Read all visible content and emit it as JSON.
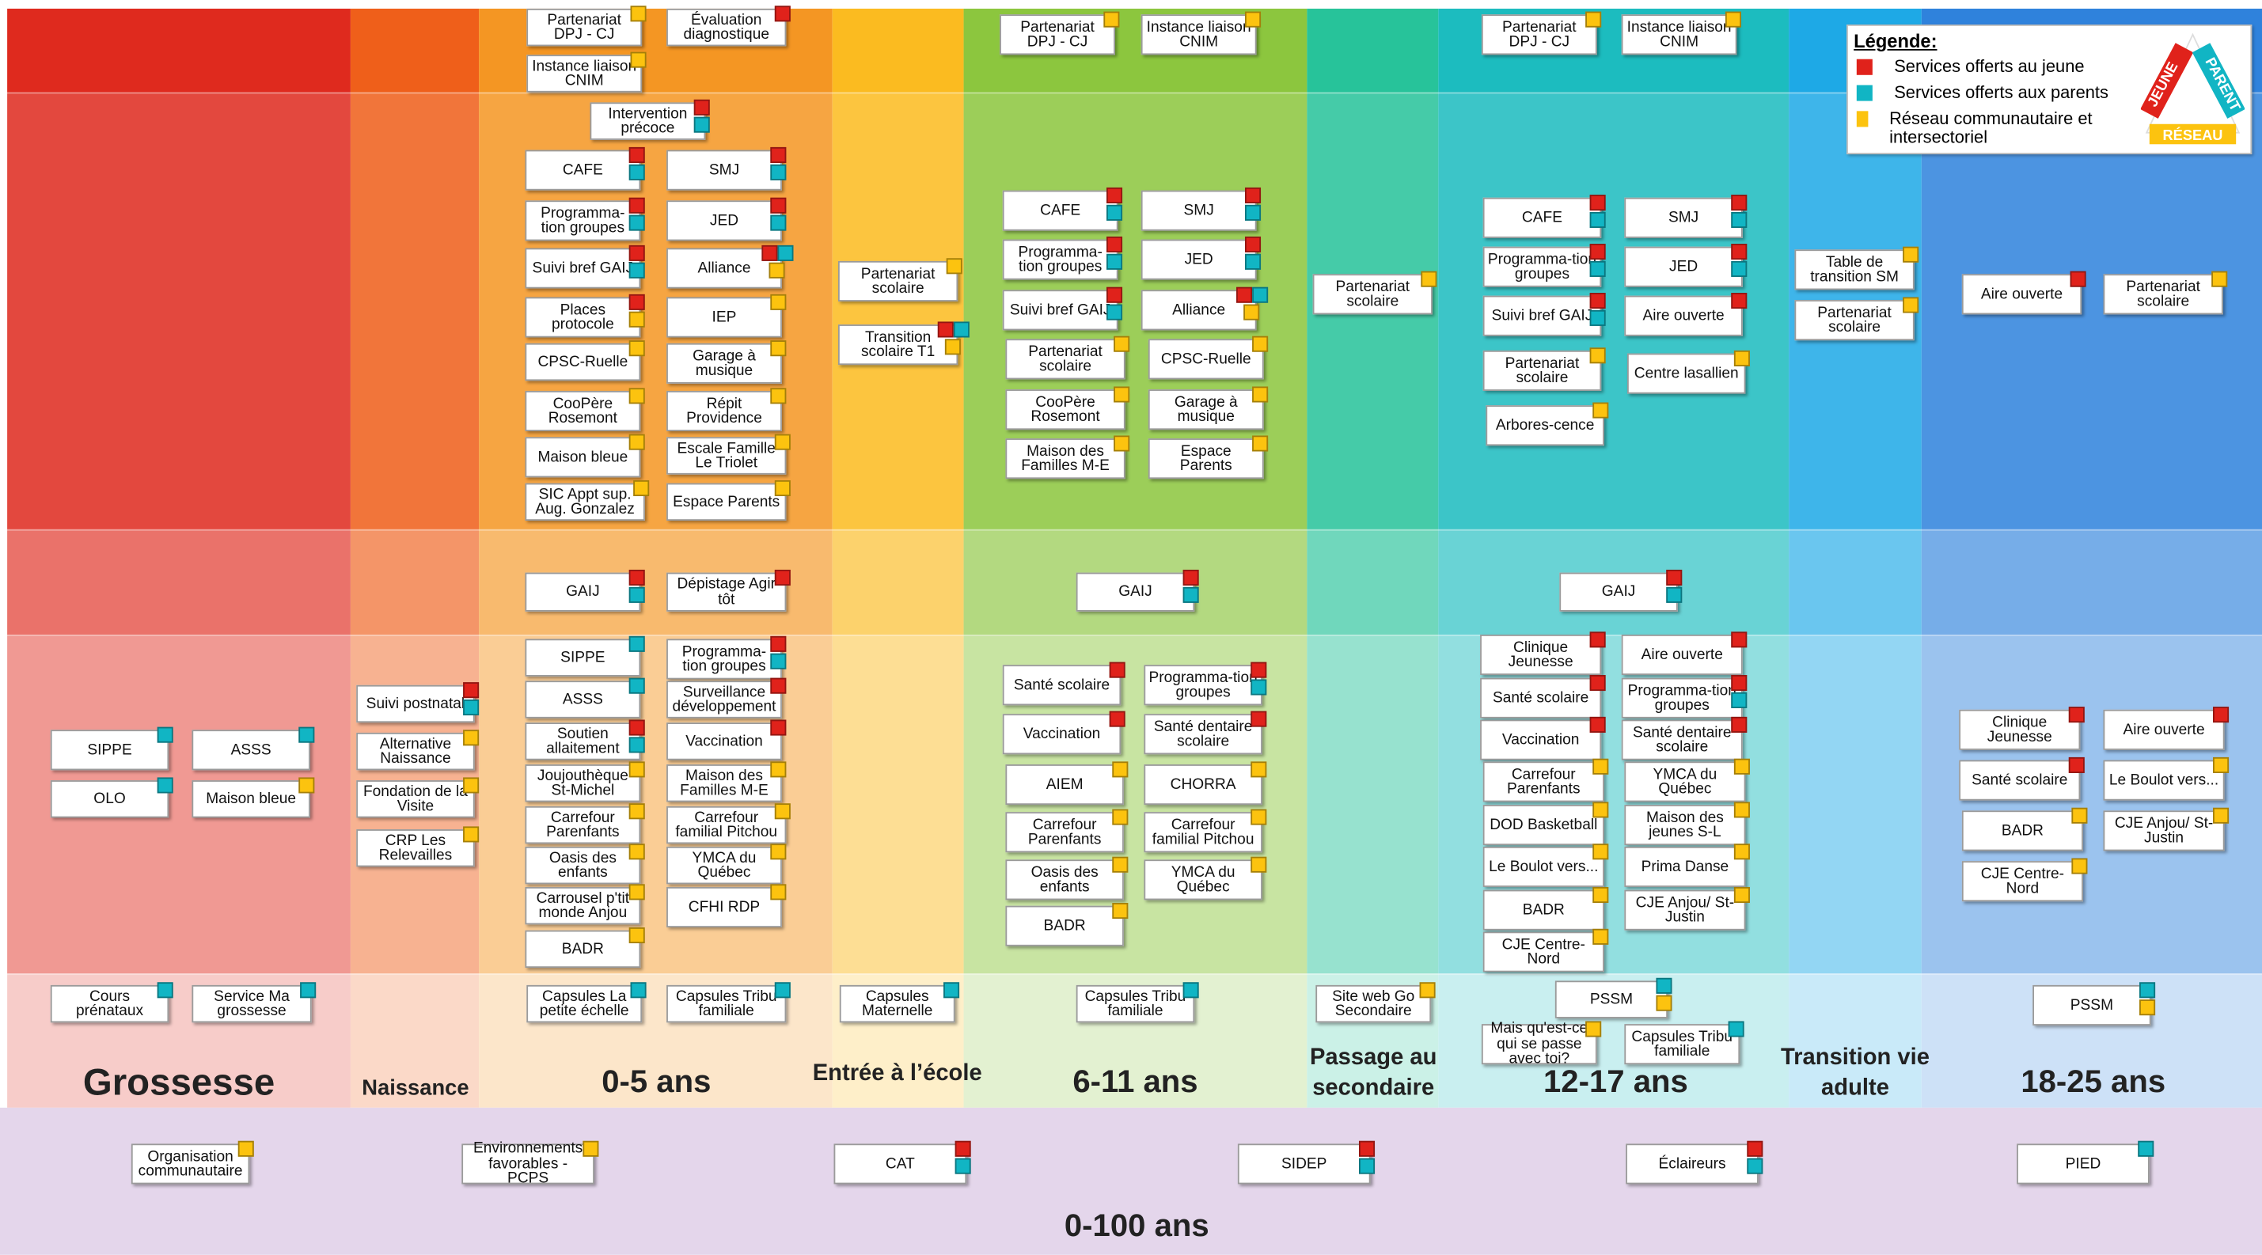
{
  "legend": {
    "title": "Légende:",
    "items": [
      {
        "label": "Services offerts au jeune",
        "color": "#e0221b"
      },
      {
        "label": "Services offerts aux parents",
        "color": "#11b5c4"
      },
      {
        "label": "Réseau communautaire et intersectoriel",
        "color": "#fcc30f"
      }
    ],
    "triangle": {
      "left": "JEUNE",
      "right": "PARENT",
      "bottom": "RÉSEAU"
    }
  },
  "colors": {
    "red": "#e0221b",
    "teal": "#11b5c4",
    "yellow": "#fcc30f"
  },
  "columns": [
    {
      "label": "Grossesse",
      "color": "#df2a1e"
    },
    {
      "label": "Naissance",
      "color": "#ef5f1a"
    },
    {
      "label": "0-5 ans",
      "color": "#f49623"
    },
    {
      "label": "Entrée à l’école",
      "color": "#fbbb20"
    },
    {
      "label": "6-11 ans",
      "color": "#8cc63e"
    },
    {
      "label": "Passage au secondaire",
      "color": "#27c39a"
    },
    {
      "label": "12-17 ans",
      "color": "#1cbcbf"
    },
    {
      "label": "Transition vie adulte",
      "color": "#1ea9e6"
    },
    {
      "label": "18-25 ans",
      "color": "#2f82dc"
    }
  ],
  "bottom_label": "0-100 ans",
  "boxes": [
    {
      "text": "Partenariat DPJ - CJ",
      "c": "y"
    },
    {
      "text": "Évaluation diagnostique",
      "c": "r"
    },
    {
      "text": "Instance liaison CNIM",
      "c": "y"
    },
    {
      "text": "Intervention précoce",
      "c": "rt"
    },
    {
      "text": "CAFE",
      "c": "rt"
    },
    {
      "text": "SMJ",
      "c": "rt"
    },
    {
      "text": "Programma-tion groupes",
      "c": "rt"
    },
    {
      "text": "JED",
      "c": "rt"
    },
    {
      "text": "Suivi bref GAIJ",
      "c": "rt"
    },
    {
      "text": "Alliance",
      "c": "rty"
    },
    {
      "text": "Places protocole",
      "c": "ry"
    },
    {
      "text": "IEP",
      "c": "y"
    },
    {
      "text": "CPSC-Ruelle",
      "c": "y"
    },
    {
      "text": "Garage à musique",
      "c": "y"
    },
    {
      "text": "CooPère Rosemont",
      "c": "y"
    },
    {
      "text": "Répit Providence",
      "c": "y"
    },
    {
      "text": "Maison bleue",
      "c": "y"
    },
    {
      "text": "Escale Famille Le Triolet",
      "c": "y"
    },
    {
      "text": "SIC Appt sup. Aug. Gonzalez",
      "c": "y"
    },
    {
      "text": "Espace Parents",
      "c": "y"
    },
    {
      "text": "GAIJ",
      "c": "rt"
    },
    {
      "text": "Dépistage Agir tôt",
      "c": "r"
    },
    {
      "text": "SIPPE",
      "c": "t"
    },
    {
      "text": "Programma-tion groupes",
      "c": "rt"
    },
    {
      "text": "ASSS",
      "c": "t"
    },
    {
      "text": "Surveillance développement",
      "c": "r"
    },
    {
      "text": "Soutien allaitement",
      "c": "rt"
    },
    {
      "text": "Vaccination",
      "c": "r"
    },
    {
      "text": "Joujouthèque St-Michel",
      "c": "y"
    },
    {
      "text": "Maison des Familles M-E",
      "c": "y"
    },
    {
      "text": "Carrefour Parenfants",
      "c": "y"
    },
    {
      "text": "Carrefour familial Pitchou",
      "c": "y"
    },
    {
      "text": "Oasis des enfants",
      "c": "y"
    },
    {
      "text": "YMCA du Québec",
      "c": "y"
    },
    {
      "text": "Carrousel p'tit monde Anjou",
      "c": "y"
    },
    {
      "text": "CFHI RDP",
      "c": "y"
    },
    {
      "text": "BADR",
      "c": "y"
    },
    {
      "text": "Capsules La petite échelle",
      "c": "t"
    },
    {
      "text": "Capsules Tribu familiale",
      "c": "t"
    },
    {
      "text": "SIPPE",
      "c": "t"
    },
    {
      "text": "ASSS",
      "c": "t"
    },
    {
      "text": "OLO",
      "c": "t"
    },
    {
      "text": "Maison bleue",
      "c": "y"
    },
    {
      "text": "Cours prénataux",
      "c": "t"
    },
    {
      "text": "Service Ma grossesse",
      "c": "t"
    },
    {
      "text": "Suivi postnatal",
      "c": "rt"
    },
    {
      "text": "Alternative Naissance",
      "c": "y"
    },
    {
      "text": "Fondation de la Visite",
      "c": "y"
    },
    {
      "text": "CRP Les Relevailles",
      "c": "y"
    },
    {
      "text": "Partenariat scolaire",
      "c": "y"
    },
    {
      "text": "Transition scolaire T1",
      "c": "rty"
    },
    {
      "text": "Capsules Maternelle",
      "c": "t"
    },
    {
      "text": "Partenariat DPJ - CJ",
      "c": "y"
    },
    {
      "text": "Instance liaison CNIM",
      "c": "y"
    },
    {
      "text": "CAFE",
      "c": "rt"
    },
    {
      "text": "SMJ",
      "c": "rt"
    },
    {
      "text": "Programma-tion groupes",
      "c": "rt"
    },
    {
      "text": "JED",
      "c": "rt"
    },
    {
      "text": "Suivi bref GAIJ",
      "c": "rt"
    },
    {
      "text": "Alliance",
      "c": "rty"
    },
    {
      "text": "Partenariat scolaire",
      "c": "y"
    },
    {
      "text": "CPSC-Ruelle",
      "c": "y"
    },
    {
      "text": "CooPère Rosemont",
      "c": "y"
    },
    {
      "text": "Garage à musique",
      "c": "y"
    },
    {
      "text": "Maison des Familles M-E",
      "c": "y"
    },
    {
      "text": "Espace Parents",
      "c": "y"
    },
    {
      "text": "GAIJ",
      "c": "rt"
    },
    {
      "text": "Santé scolaire",
      "c": "r"
    },
    {
      "text": "Programma-tion groupes",
      "c": "rt"
    },
    {
      "text": "Vaccination",
      "c": "r"
    },
    {
      "text": "Santé dentaire scolaire",
      "c": "r"
    },
    {
      "text": "AIEM",
      "c": "y"
    },
    {
      "text": "CHORRA",
      "c": "y"
    },
    {
      "text": "Carrefour Parenfants",
      "c": "y"
    },
    {
      "text": "Carrefour familial Pitchou",
      "c": "y"
    },
    {
      "text": "Oasis des enfants",
      "c": "y"
    },
    {
      "text": "YMCA du Québec",
      "c": "y"
    },
    {
      "text": "BADR",
      "c": "y"
    },
    {
      "text": "Capsules Tribu familiale",
      "c": "t"
    },
    {
      "text": "Partenariat scolaire",
      "c": "y"
    },
    {
      "text": "Site web Go Secondaire",
      "c": "y"
    },
    {
      "text": "Partenariat DPJ - CJ",
      "c": "y"
    },
    {
      "text": "Instance liaison CNIM",
      "c": "y"
    },
    {
      "text": "CAFE",
      "c": "rt"
    },
    {
      "text": "SMJ",
      "c": "rt"
    },
    {
      "text": "Programma-tion groupes",
      "c": "rt"
    },
    {
      "text": "JED",
      "c": "rt"
    },
    {
      "text": "Suivi bref GAIJ",
      "c": "rt"
    },
    {
      "text": "Aire ouverte",
      "c": "r"
    },
    {
      "text": "Partenariat scolaire",
      "c": "y"
    },
    {
      "text": "Centre lasallien",
      "c": "y"
    },
    {
      "text": "Arbores-cence",
      "c": "y"
    },
    {
      "text": "GAIJ",
      "c": "rt"
    },
    {
      "text": "Clinique Jeunesse",
      "c": "r"
    },
    {
      "text": "Aire ouverte",
      "c": "r"
    },
    {
      "text": "Santé scolaire",
      "c": "r"
    },
    {
      "text": "Programma-tion groupes",
      "c": "rt"
    },
    {
      "text": "Vaccination",
      "c": "r"
    },
    {
      "text": "Santé dentaire scolaire",
      "c": "r"
    },
    {
      "text": "Carrefour Parenfants",
      "c": "y"
    },
    {
      "text": "YMCA du Québec",
      "c": "y"
    },
    {
      "text": "DOD Basketball",
      "c": "y"
    },
    {
      "text": "Maison des jeunes S-L",
      "c": "y"
    },
    {
      "text": "Le Boulot vers...",
      "c": "y"
    },
    {
      "text": "Prima Danse",
      "c": "y"
    },
    {
      "text": "BADR",
      "c": "y"
    },
    {
      "text": "CJE Anjou/ St-Justin",
      "c": "y"
    },
    {
      "text": "CJE Centre-Nord",
      "c": "y"
    },
    {
      "text": "PSSM",
      "c": "ty"
    },
    {
      "text": "Mais qu'est-ce qui se passe avec toi?",
      "c": "y"
    },
    {
      "text": "Capsules Tribu familiale",
      "c": "t"
    },
    {
      "text": "Table de transition SM",
      "c": "y"
    },
    {
      "text": "Partenariat scolaire",
      "c": "y"
    },
    {
      "text": "Aire ouverte",
      "c": "r"
    },
    {
      "text": "Partenariat scolaire",
      "c": "y"
    },
    {
      "text": "Clinique Jeunesse",
      "c": "r"
    },
    {
      "text": "Aire ouverte",
      "c": "r"
    },
    {
      "text": "Santé scolaire",
      "c": "r"
    },
    {
      "text": "Le Boulot vers...",
      "c": "y"
    },
    {
      "text": "BADR",
      "c": "y"
    },
    {
      "text": "CJE Anjou/ St-Justin",
      "c": "y"
    },
    {
      "text": "CJE Centre-Nord",
      "c": "y"
    },
    {
      "text": "PSSM",
      "c": "ty"
    },
    {
      "text": "Organisation communautaire",
      "c": "y"
    },
    {
      "text": "Environnements favorables - PCPS",
      "c": "y"
    },
    {
      "text": "CAT",
      "c": "rt"
    },
    {
      "text": "SIDEP",
      "c": "rt"
    },
    {
      "text": "Éclaireurs",
      "c": "rt"
    },
    {
      "text": "PIED",
      "c": "t"
    }
  ]
}
